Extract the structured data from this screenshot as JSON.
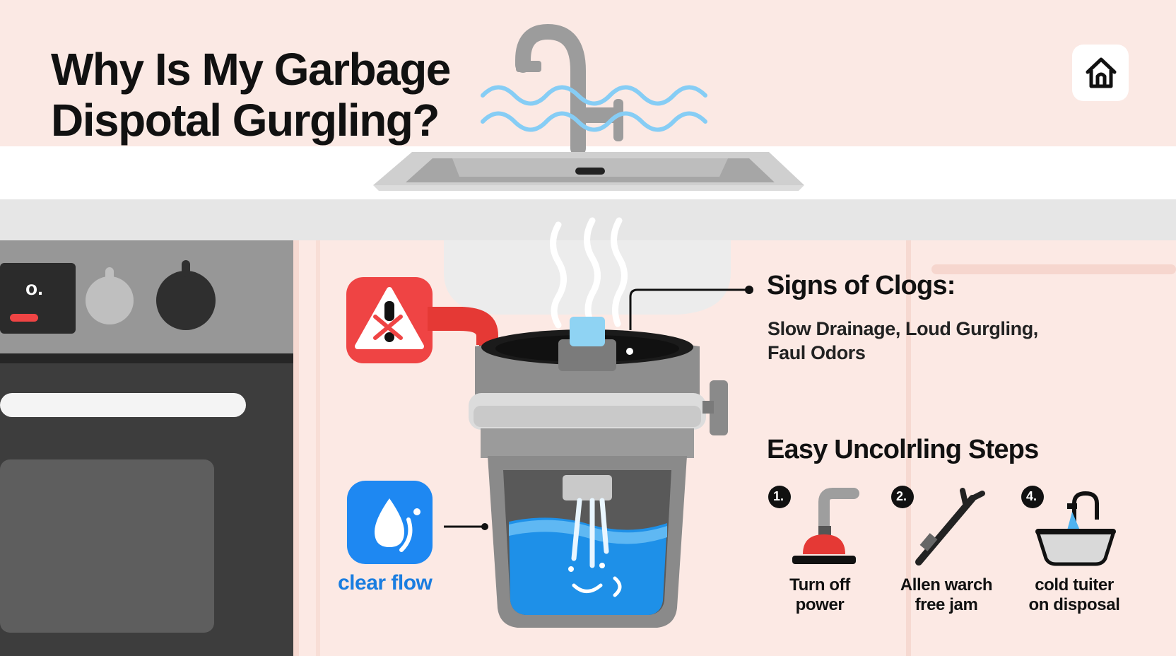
{
  "title": {
    "line1": "Why Is My Garbage",
    "line2": "Dispotal Gurgling?"
  },
  "signs": {
    "heading": "Signs of Clogs:",
    "body": "Slow Drainage, Loud Gurgling, Faul Odors"
  },
  "steps": {
    "heading": "Easy Uncolrling Steps",
    "items": [
      {
        "number": "1.",
        "line1": "Turn off",
        "line2": "power",
        "icon": "plunger-icon"
      },
      {
        "number": "2.",
        "line1": "Allen warch",
        "line2": "free jam",
        "icon": "allen-wrench-icon"
      },
      {
        "number": "4.",
        "line1": "cold tuiter",
        "line2": "on disposal",
        "icon": "faucet-bowl-icon"
      }
    ]
  },
  "clear_flow": {
    "label": "clear flow",
    "icon": "water-drop-icon"
  },
  "stove": {
    "display": "o."
  },
  "home": {
    "icon": "home-icon"
  },
  "colors": {
    "background": "#fbe9e4",
    "warning_red": "#ef4444",
    "water_blue": "#1e90e8",
    "accent_blue": "#1a7de0"
  }
}
